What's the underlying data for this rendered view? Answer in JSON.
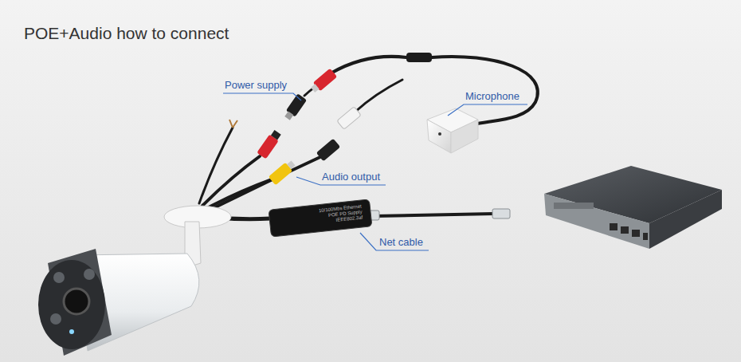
{
  "diagram": {
    "title": "POE+Audio how to connect",
    "nodes": [
      {
        "text": [
          "10/100Mbs Ethernet POE PD Supply IEEE802.3af"
        ]
      }
    ],
    "labels": [
      "Power supply",
      "Microphone",
      "Audio output",
      "Net cable"
    ]
  }
}
